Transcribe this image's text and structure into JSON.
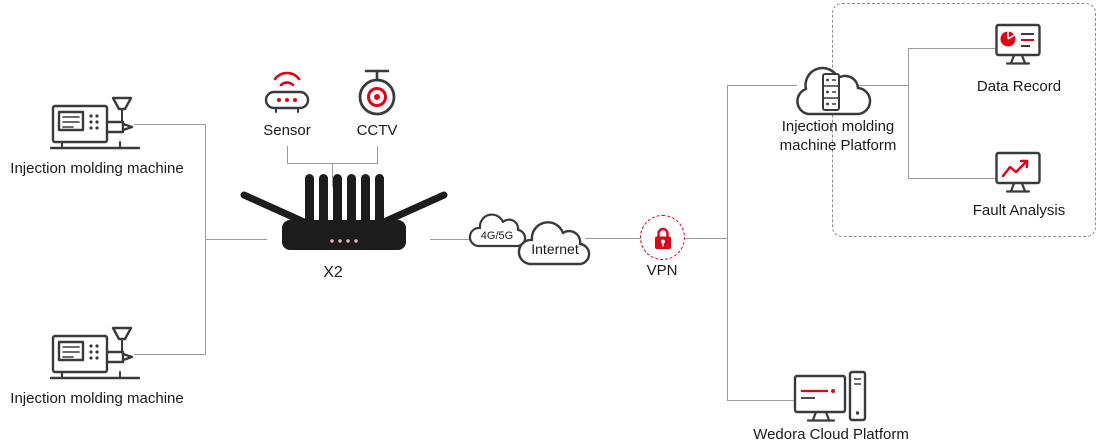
{
  "colors": {
    "accent_red": "#e60012",
    "icon_stroke": "#3a3a3a",
    "connector_line": "#9b9b9b",
    "text": "#1a1a1a"
  },
  "nodes": {
    "machine_top": {
      "label": "Injection molding machine"
    },
    "machine_bottom": {
      "label": "Injection molding machine"
    },
    "sensor": {
      "label": "Sensor"
    },
    "cctv": {
      "label": "CCTV"
    },
    "router": {
      "label": "X2"
    },
    "cloud_4g5g": {
      "label": "4G/5G"
    },
    "cloud_internet": {
      "label": "Internet"
    },
    "vpn": {
      "label": "VPN"
    },
    "platform": {
      "label": "Injection molding machine Platform"
    },
    "data_record": {
      "label": "Data Record"
    },
    "fault_analysis": {
      "label": "Fault Analysis"
    },
    "wedora": {
      "label": "Wedora Cloud Platform"
    }
  },
  "icons": {
    "machine": "injection-molding-machine-icon",
    "sensor": "wireless-sensor-icon",
    "cctv": "cctv-camera-icon",
    "router": "router-antennas-icon",
    "clouds": "internet-cloud-icon",
    "vpn": "vpn-lock-icon",
    "platform": "cloud-server-icon",
    "data_record": "monitor-pie-chart-icon",
    "fault_analysis": "monitor-trend-chart-icon",
    "wedora": "desktop-computer-icon"
  }
}
